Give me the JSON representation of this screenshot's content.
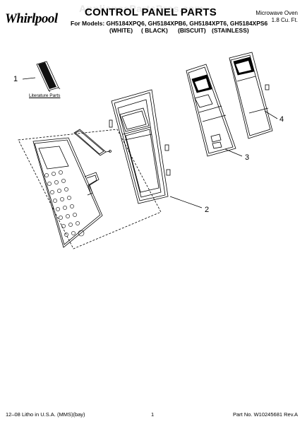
{
  "header": {
    "brand": "Whirlpool",
    "watermark": "AppliancePartsPros.com",
    "title": "CONTROL PANEL PARTS",
    "models_prefix": "For Models:",
    "models": [
      "GH5184XPQ6,",
      "GH5184XPB6,",
      "GH5184XPT6,",
      "GH5184XPS6"
    ],
    "colors": [
      "(WHITE)",
      "( BLACK)",
      "(BISCUIT)",
      "(STAINLESS)"
    ],
    "appliance_type": "Microwave Oven",
    "capacity": "1.8 Cu. Ft."
  },
  "callouts": {
    "one": "1",
    "two": "2",
    "three": "3",
    "four": "4"
  },
  "literature_label": "Literature Parts",
  "footer": {
    "left": "12–08 Litho in U.S.A. (MMS)(bay)",
    "page": "1",
    "part_no": "Part No. W10245681 Rev.A"
  }
}
